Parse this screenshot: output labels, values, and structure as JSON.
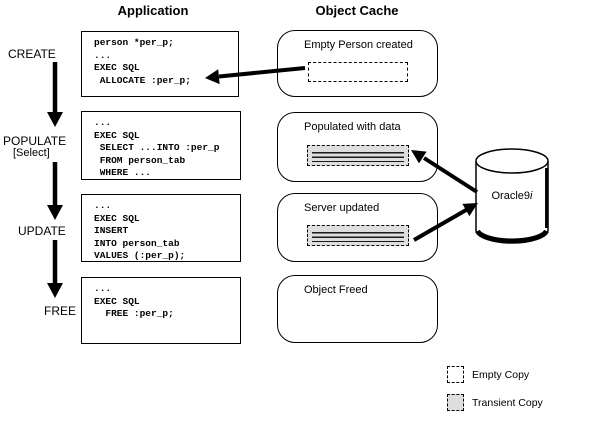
{
  "title_row": {
    "application": "Application",
    "object_cache": "Object Cache"
  },
  "flow_labels": [
    {
      "label": "CREATE",
      "sublabel": ""
    },
    {
      "label": "POPULATE",
      "sublabel": "[Select]"
    },
    {
      "label": "UPDATE",
      "sublabel": ""
    },
    {
      "label": "FREE",
      "sublabel": ""
    }
  ],
  "code_boxes": [
    {
      "lines": [
        "person *per_p;",
        "...",
        "EXEC SQL",
        " ALLOCATE :per_p;"
      ]
    },
    {
      "lines": [
        "...",
        "EXEC SQL",
        " SELECT ...INTO :per_p",
        " FROM person_tab",
        " WHERE ..."
      ]
    },
    {
      "lines": [
        "...",
        "EXEC SQL",
        "INSERT",
        "INTO person_tab",
        "VALUES (:per_p);"
      ]
    },
    {
      "lines": [
        "...",
        "EXEC SQL",
        "  FREE :per_p;"
      ]
    }
  ],
  "cache_boxes": [
    {
      "label": "Empty Person created",
      "copy": "empty"
    },
    {
      "label": "Populated with data",
      "copy": "transient"
    },
    {
      "label": "Server updated",
      "copy": "transient"
    },
    {
      "label": "Object Freed",
      "copy": "none"
    }
  ],
  "database": {
    "name": "Oracle9",
    "suffix": "i"
  },
  "legend": {
    "empty": "Empty Copy",
    "transient": "Transient Copy"
  },
  "colors": {
    "stroke": "#000000",
    "transient_fill": "#dedede",
    "background": "#ffffff"
  }
}
